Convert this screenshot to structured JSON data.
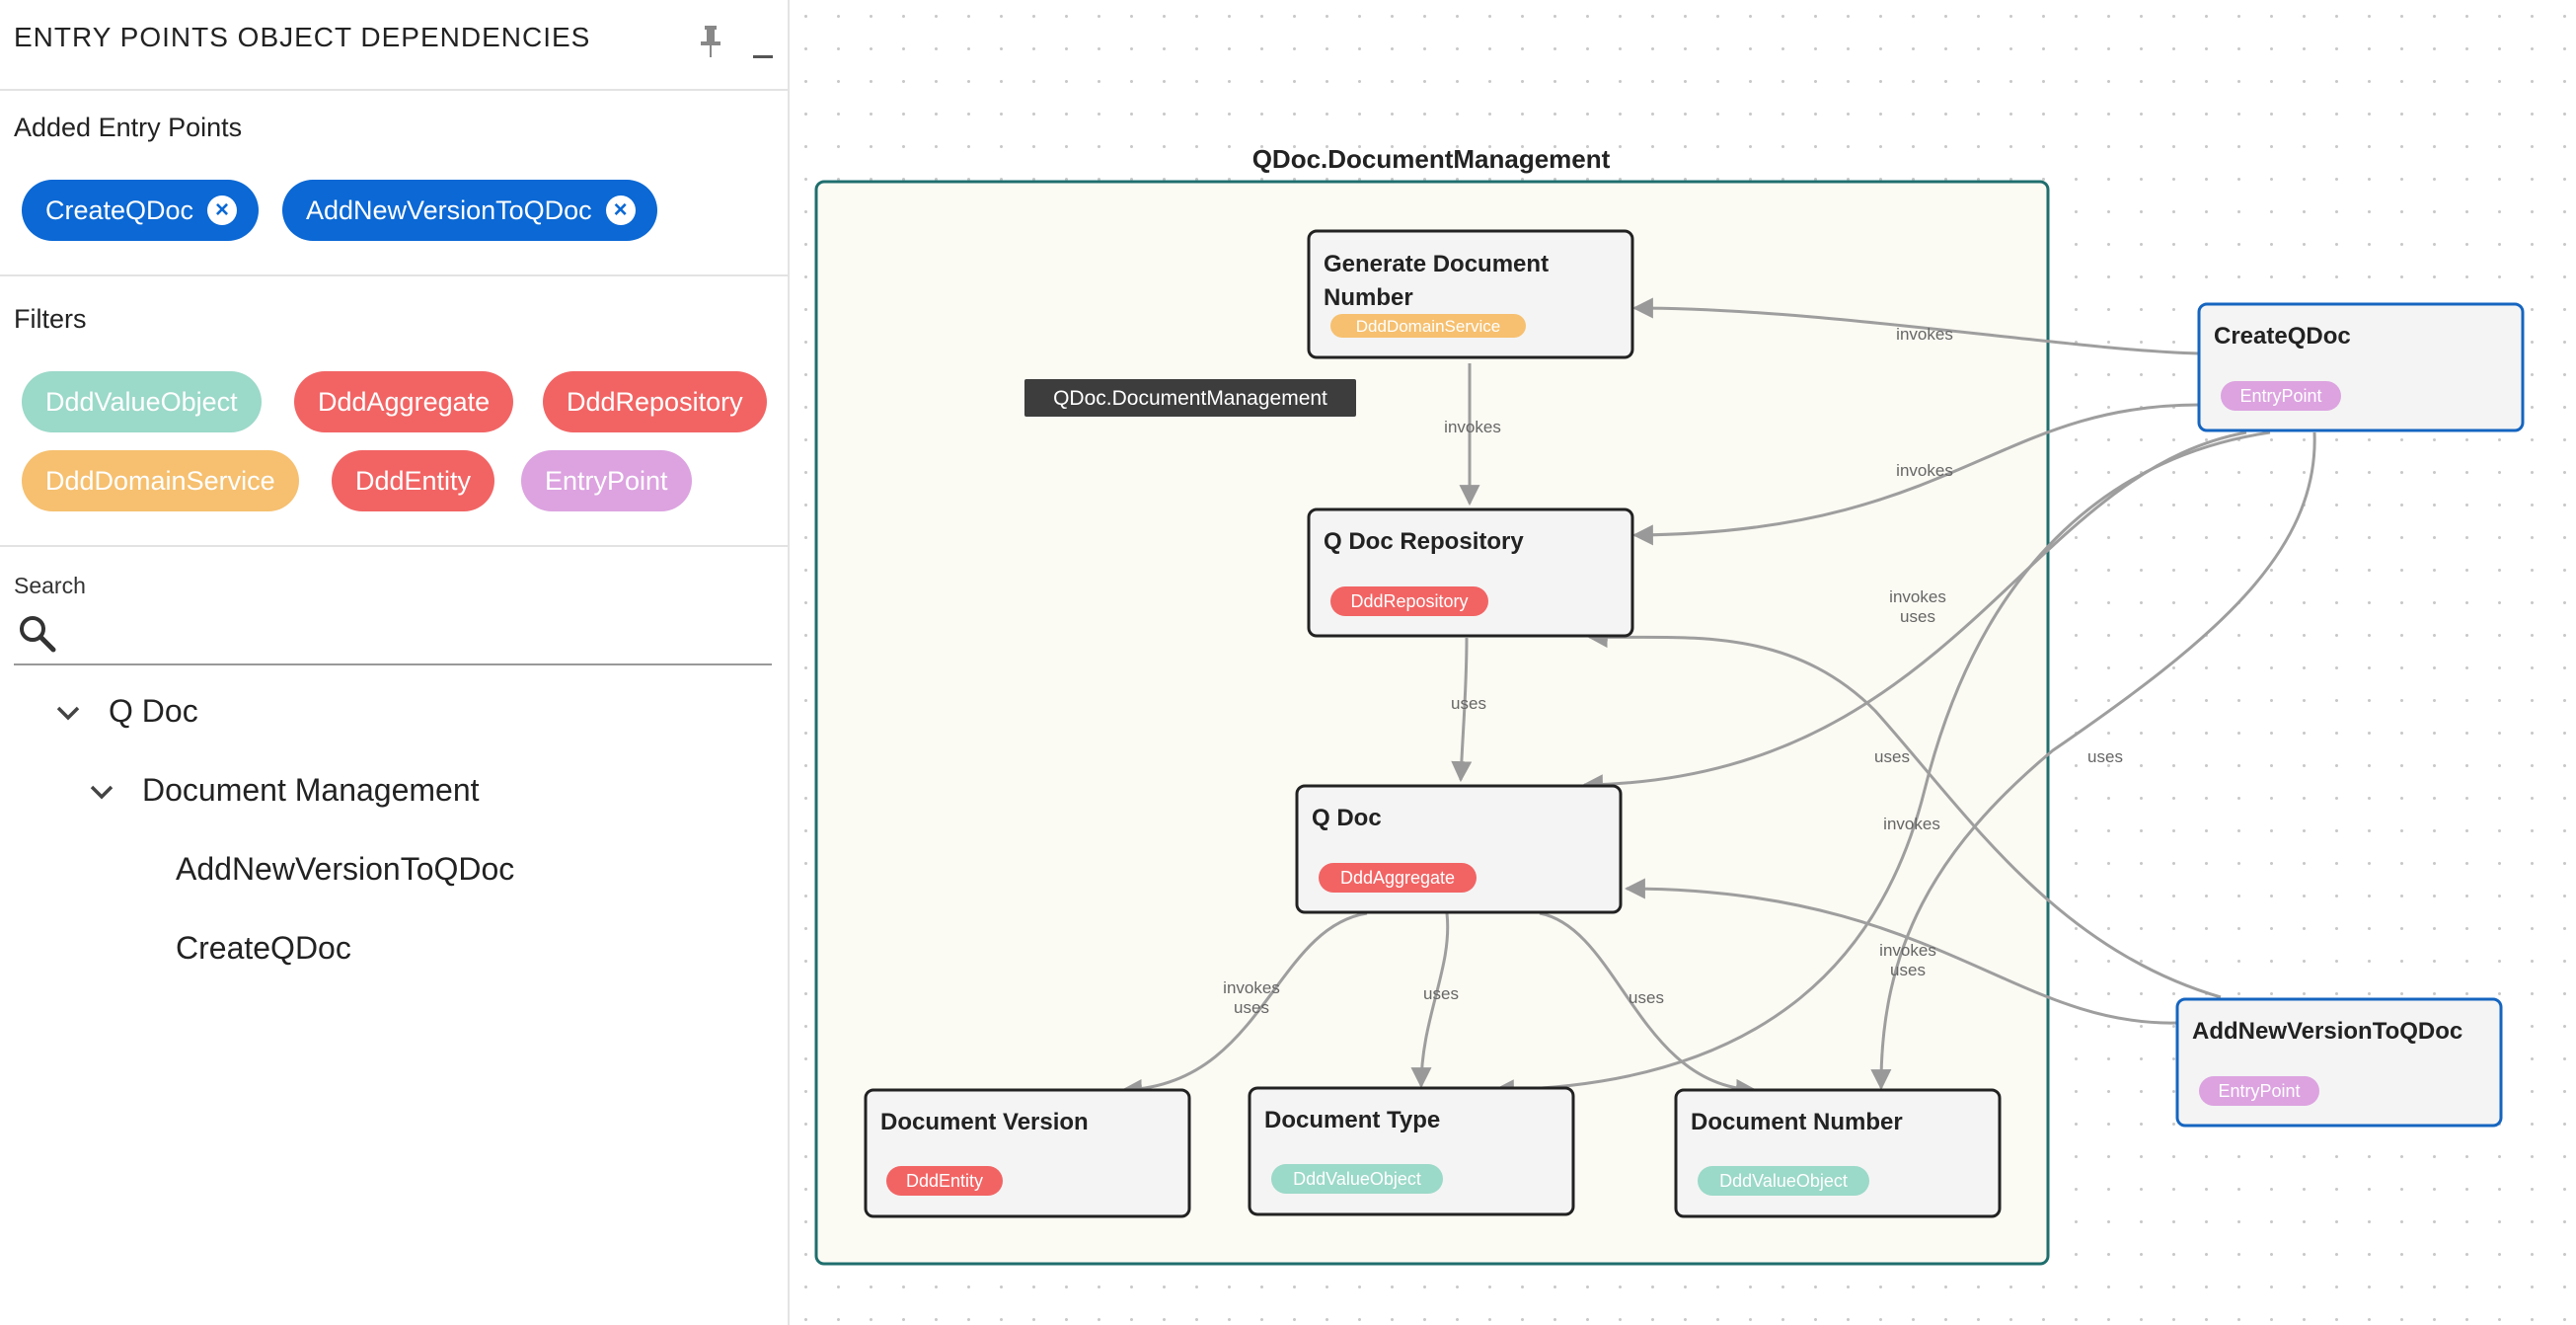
{
  "panel": {
    "title": "ENTRY POINTS OBJECT DEPENDENCIES",
    "icons": [
      "pin-icon",
      "minimize-icon"
    ],
    "added_entry_points_title": "Added Entry Points",
    "added_entry_points": [
      {
        "label": "CreateQDoc",
        "remove_icon": "close-circle-icon"
      },
      {
        "label": "AddNewVersionToQDoc",
        "remove_icon": "close-circle-icon"
      }
    ],
    "filters_title": "Filters",
    "filters": [
      {
        "label": "DddValueObject",
        "color": "#9bd9c8"
      },
      {
        "label": "DddAggregate",
        "color": "#f26464"
      },
      {
        "label": "DddRepository",
        "color": "#f26464"
      },
      {
        "label": "DddDomainService",
        "color": "#f6c070"
      },
      {
        "label": "DddEntity",
        "color": "#f26464"
      },
      {
        "label": "EntryPoint",
        "color": "#dca3e0"
      }
    ],
    "search": {
      "label": "Search",
      "value": "",
      "placeholder": ""
    },
    "tree": [
      {
        "label": "Q Doc",
        "expanded": true
      },
      {
        "label": "Document Management",
        "expanded": true
      },
      {
        "label": "AddNewVersionToQDoc"
      },
      {
        "label": "CreateQDoc"
      }
    ]
  },
  "graph": {
    "group": {
      "label": "QDoc.DocumentManagement",
      "border_color": "#1f6e6e",
      "fill": "#fbfaf3"
    },
    "tooltip": "QDoc.DocumentManagement",
    "nodes": {
      "generate": {
        "title_line1": "Generate Document",
        "title_line2": "Number",
        "badge": "DddDomainService"
      },
      "repo": {
        "title": "Q Doc Repository",
        "badge": "DddRepository"
      },
      "qdoc": {
        "title": "Q Doc",
        "badge": "DddAggregate"
      },
      "docversion": {
        "title": "Document Version",
        "badge": "DddEntity"
      },
      "doctype": {
        "title": "Document Type",
        "badge": "DddValueObject"
      },
      "docnumber": {
        "title": "Document Number",
        "badge": "DddValueObject"
      },
      "createqdoc": {
        "title": "CreateQDoc",
        "badge": "EntryPoint"
      },
      "addnew": {
        "title": "AddNewVersionToQDoc",
        "badge": "EntryPoint"
      }
    },
    "badge_colors": {
      "DddDomainService": "#f6c070",
      "DddRepository": "#f26464",
      "DddAggregate": "#f26464",
      "DddEntity": "#f26464",
      "DddValueObject": "#9bd9c8",
      "EntryPoint": "#dca3e0"
    },
    "edge_labels": {
      "gen_repo": "invokes",
      "create_gen": "invokes",
      "create_repo": "invokes",
      "create_qdoc_1": "invokes",
      "create_qdoc_2": "uses",
      "create_doctype": "uses",
      "create_docnumber": "uses",
      "add_repo": "invokes",
      "add_qdoc_1": "invokes",
      "add_qdoc_2": "uses",
      "repo_qdoc": "uses",
      "qdoc_version_1": "invokes",
      "qdoc_version_2": "uses",
      "qdoc_type": "uses",
      "qdoc_number": "uses"
    }
  }
}
